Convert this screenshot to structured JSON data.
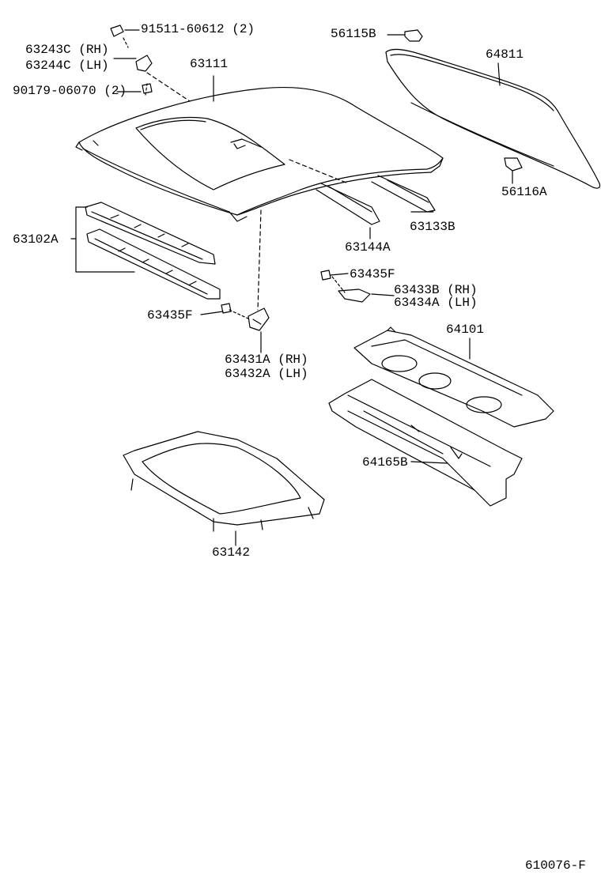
{
  "callouts": {
    "c91511": "91511-60612 (2)",
    "c63243": "63243C (RH)",
    "c63244": "63244C (LH)",
    "c90179": "90179-06070 (2)",
    "c63111": "63111",
    "c56115": "56115B",
    "c64811": "64811",
    "c56116": "56116A",
    "c63133": "63133B",
    "c63144": "63144A",
    "c63102": "63102A",
    "c63435a": "63435F",
    "c63433": "63433B (RH)",
    "c63434": "63434A (LH)",
    "c63435b": "63435F",
    "c63431": "63431A (RH)",
    "c63432": "63432A (LH)",
    "c64101": "64101",
    "c64165": "64165B",
    "c63142": "63142"
  },
  "diagram_code": "610076-F",
  "colors": {
    "ink": "#000000",
    "paper": "#ffffff"
  }
}
